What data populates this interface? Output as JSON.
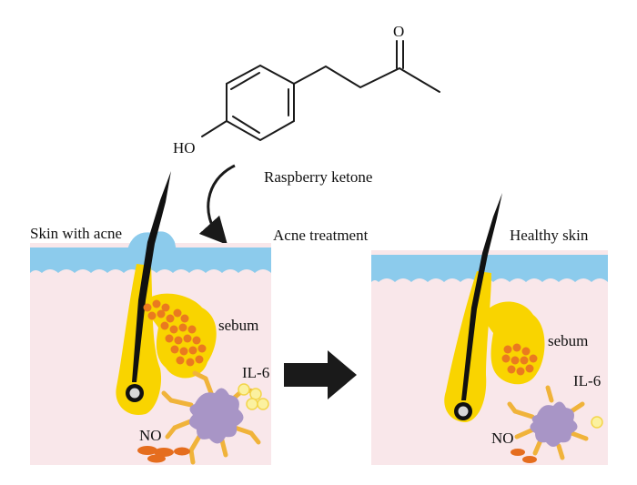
{
  "molecule": {
    "name": "Raspberry ketone",
    "hydroxyl_label": "HO",
    "carbonyl_label": "O"
  },
  "panels": {
    "left": {
      "title": "Skin with acne",
      "sebum_label": "sebum",
      "cytokine_label": "IL-6",
      "no_label": "NO"
    },
    "middle": {
      "treatment_label": "Acne treatment"
    },
    "right": {
      "title": "Healthy skin",
      "sebum_label": "sebum",
      "cytokine_label": "IL-6",
      "no_label": "NO"
    }
  },
  "colors": {
    "epidermis": "#8ccbec",
    "dermis": "#f9e7ea",
    "sebaceous_gland": "#f9d400",
    "sebum_droplet": "#ea7a1f",
    "hair": "#111111",
    "immune_cell": "#a895c6",
    "cell_dendrite": "#f0b33a",
    "il6_particle": "#fbf1a0",
    "no_particle": "#e56d1e",
    "arrow": "#1a1a1a"
  }
}
